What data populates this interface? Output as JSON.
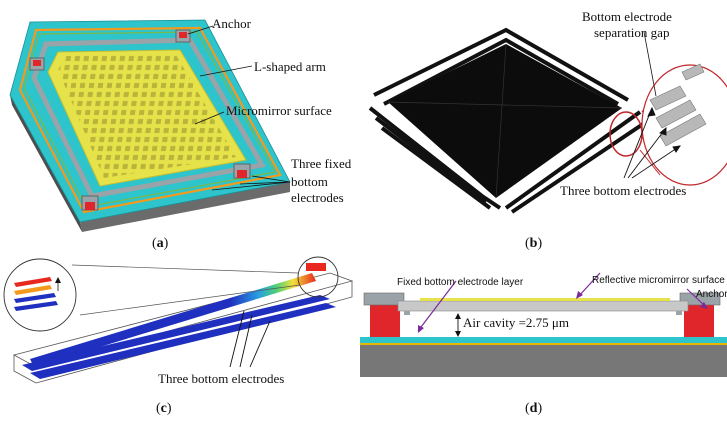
{
  "panel_a": {
    "labels": {
      "anchor": "Anchor",
      "arm": "L-shaped arm",
      "mirror": "Micromirror surface",
      "fixed_line1": "Three fixed",
      "fixed_line2": "bottom",
      "fixed_line3": "electrodes"
    },
    "caption": "a"
  },
  "panel_b": {
    "labels": {
      "gap_line1": "Bottom electrode",
      "gap_line2": "separation gap",
      "electrodes": "Three bottom electrodes"
    },
    "caption": "b"
  },
  "panel_c": {
    "labels": {
      "electrodes": "Three bottom electrodes"
    },
    "caption": "c"
  },
  "panel_d": {
    "labels": {
      "fixed_layer": "Fixed bottom electrode layer",
      "reflective": "Reflective micromirror surface",
      "anchor": "Anchor",
      "air_cavity": "Air cavity =2.75 μm"
    },
    "caption": "d"
  },
  "colors": {
    "substrate_cyan": "#2ec4cc",
    "mirror_yellow": "#e6e24a",
    "arm_gray": "#9aa3a8",
    "anchor_red": "#e0262a",
    "electrode_orange": "#f39a1d",
    "electrode_blue": "#1f2fbf",
    "arrow_purple": "#7a2a9a"
  }
}
